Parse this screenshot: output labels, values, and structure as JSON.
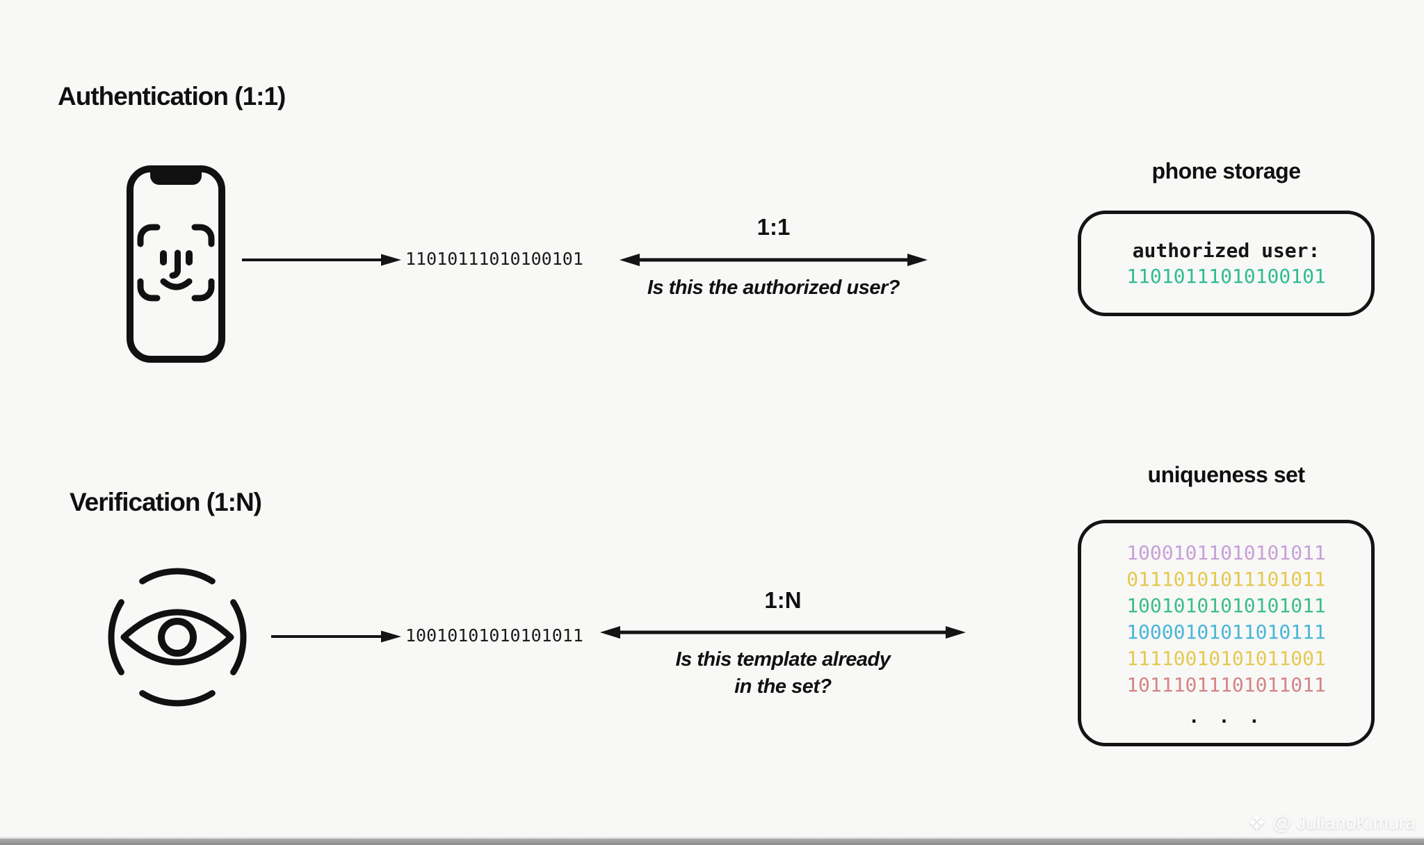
{
  "page": {
    "background_color": "#f8f8f7",
    "ink_color": "#141414",
    "watermark": {
      "handle": "@ JulianoKimura",
      "icon": "diamond-logo-icon"
    }
  },
  "authentication": {
    "title": "Authentication (1:1)",
    "source_icon": "face-id-phone-icon",
    "probe_template": "11010111010100101",
    "ratio_label": "1:1",
    "question": "Is this the authorized user?",
    "storage": {
      "label": "phone storage",
      "record_label": "authorized user:",
      "record_value": "11010111010100101",
      "record_color": "#2fbc92"
    }
  },
  "verification": {
    "title": "Verification (1:N)",
    "source_icon": "iris-scan-eye-icon",
    "probe_template": "10010101010101011",
    "ratio_label": "1:N",
    "question_line1": "Is this template already",
    "question_line2": "in the set?",
    "set": {
      "label": "uniqueness set",
      "ellipsis": ". . .",
      "templates": [
        {
          "value": "10001011010101011",
          "color": "#c6a1d6"
        },
        {
          "value": "01110101011101011",
          "color": "#e5c94f"
        },
        {
          "value": "10010101010101011",
          "color": "#3cbc8e"
        },
        {
          "value": "10000101011010111",
          "color": "#49b6d6"
        },
        {
          "value": "11110010101011001",
          "color": "#e5c94f"
        },
        {
          "value": "10111011101011011",
          "color": "#d28585"
        }
      ]
    }
  }
}
